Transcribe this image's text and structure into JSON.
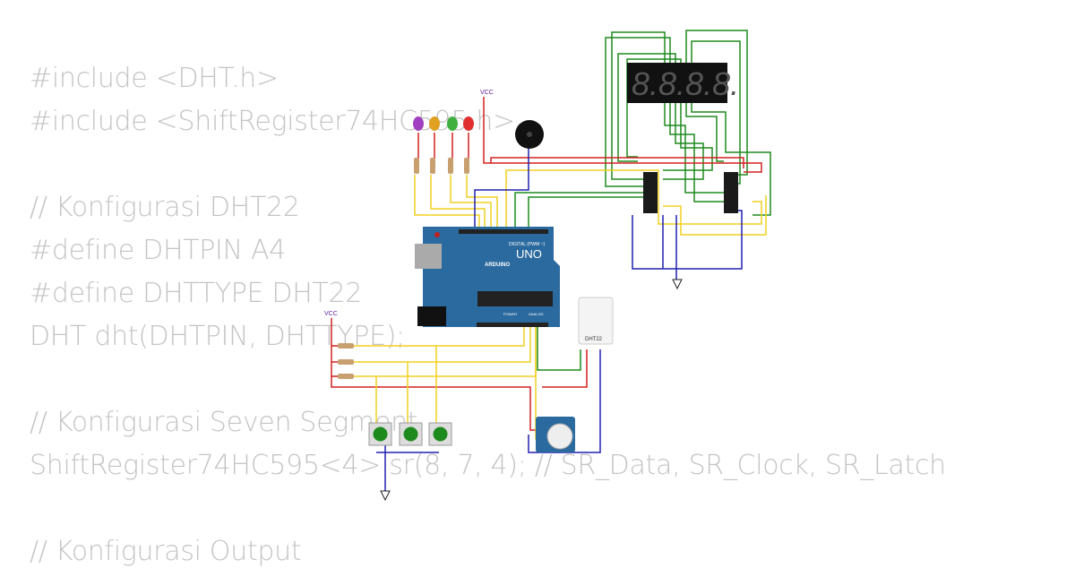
{
  "code_lines": [
    "#include <DHT.h>",
    "#include <ShiftRegister74HC595.h>",
    "",
    "// Konfigurasi DHT22",
    "#define DHTPIN A4",
    "#define DHTTYPE DHT22",
    "DHT dht(DHTPIN, DHTTYPE);",
    "",
    "// Konfigurasi Seven Segment",
    "ShiftRegister74HC595<4> sr(8, 7, 4); // SR_Data, SR_Clock, SR_Latch",
    "",
    "// Konfigurasi Output"
  ],
  "diagram": {
    "vcc_label": "VCC",
    "board": {
      "name": "UNO",
      "brand": "ARDUINO",
      "digital": "DIGITAL (PWM ~)",
      "power": "POWER",
      "analog": "ANALOG"
    },
    "sensor_label": "DHT22",
    "display_digits": "8.8.8.8.",
    "led_colors": [
      "#a040c0",
      "#e0a020",
      "#40b040",
      "#e03030"
    ],
    "wire_colors": {
      "red": "#d42020",
      "green": "#1e8a1e",
      "yellow": "#f0d020",
      "blue": "#2020b0"
    },
    "board_color": "#2b6a9e"
  }
}
